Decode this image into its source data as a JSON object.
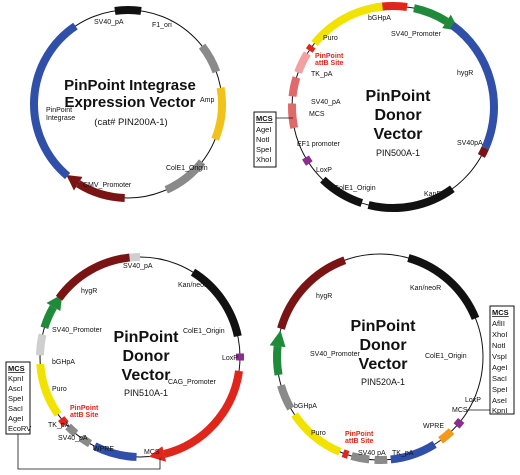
{
  "colors": {
    "black": "#111111",
    "grey": "#8a8a8a",
    "light_grey": "#cfcfcf",
    "yellow": "#f2e200",
    "gold": "#f0c21a",
    "blue": "#2f4fa8",
    "dark_red": "#7a1414",
    "red": "#e0251b",
    "pink": "#f2a0a0",
    "salmon": "#e06a6a",
    "green": "#1f8a3a",
    "orange": "#f29a1a",
    "purple": "#8e2b8e"
  },
  "maps": [
    {
      "id": "pin200a",
      "title_lines": [
        "PinPoint Integrase",
        "Expression Vector"
      ],
      "subtitle": "(cat# PIN200A-1)",
      "features": {
        "sv40_pa": "SV40_pA",
        "f1_ori": "F1_ori",
        "amp": "Amp",
        "cole1_origin": "ColE1_Origin",
        "cmv_promoter": "CMV_Promoter",
        "pinpoint_integrase": [
          "PinPoint",
          "Integrase"
        ]
      }
    },
    {
      "id": "pin500a",
      "title_lines": [
        "PinPoint",
        "Donor",
        "Vector"
      ],
      "subtitle": "PIN500A-1",
      "features": {
        "bghpa": "bGHpA",
        "sv40_promoter": "SV40_Promoter",
        "puro": "Puro",
        "attb_site": [
          "PinPoint",
          "attB Site"
        ],
        "tk_pa": "TK_pA",
        "sv40_pa": "SV40_pA",
        "mcs": "MCS",
        "ef1_promoter": "EF1 promoter",
        "loxp": "LoxP",
        "cole1_origin": "ColE1_Origin",
        "kanr": "KanR",
        "sv40pa": "SV40pA",
        "hygr": "hygR"
      },
      "mcs_box": {
        "header": "MCS",
        "sites": [
          "AgeI",
          "NotI",
          "SpeI",
          "XhoI"
        ]
      }
    },
    {
      "id": "pin510a",
      "title_lines": [
        "PinPoint",
        "Donor",
        "Vector"
      ],
      "subtitle": "PIN510A-1",
      "features": {
        "sv40_pa_top": "SV40_pA",
        "kan_neor": "Kan/neoR",
        "hygr": "hygR",
        "cole1_origin": "ColE1_Origin",
        "sv40_promoter": "SV40_Promoter",
        "loxp": "LoxP",
        "bghpa": "bGHpA",
        "cag_promoter": "CAG_Promoter",
        "puro": "Puro",
        "attb_site": [
          "PinPoint",
          "attB Site"
        ],
        "tk_pa": "TK_pA",
        "sv40_pa": "SV40_pA",
        "wpre": "WPRE",
        "mcs": "MCS"
      },
      "mcs_box": {
        "header": "MCS",
        "sites": [
          "KpnI",
          "AscI",
          "SpeI",
          "SacI",
          "AgeI",
          "EcoRV"
        ]
      }
    },
    {
      "id": "pin520a",
      "title_lines": [
        "PinPoint",
        "Donor",
        "Vector"
      ],
      "subtitle": "PIN520A-1",
      "features": {
        "hygr": "hygR",
        "kan_neor": "Kan/neoR",
        "sv40_promoter": "SV40_Promoter",
        "cole1_origin": "ColE1_Origin",
        "bghpa": "bGHpA",
        "loxp": "LoxP",
        "mcs": "MCS",
        "wpre": "WPRE",
        "puro": "Puro",
        "attb_site": [
          "PinPoint",
          "attB Site"
        ],
        "sv40_pa": "SV40 pA",
        "tk_pa": "TK_pA"
      },
      "mcs_box": {
        "header": "MCS",
        "sites": [
          "AflII",
          "XhoI",
          "NotI",
          "VspI",
          "AgeI",
          "SacI",
          "SpeI",
          "AseI",
          "KpnI"
        ]
      }
    }
  ]
}
